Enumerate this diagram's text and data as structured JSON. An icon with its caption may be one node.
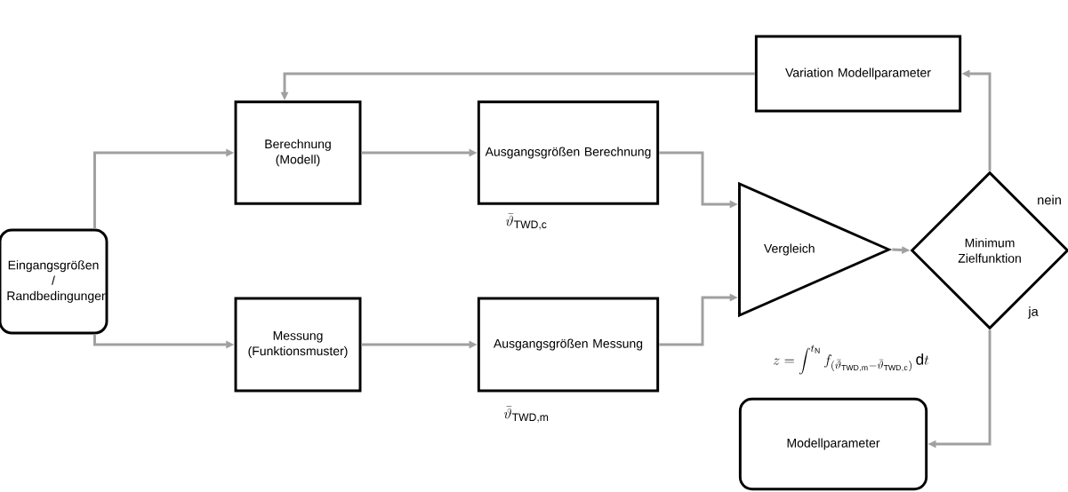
{
  "diagram": {
    "nodes": [
      {
        "text": [
          "Eingangsgrößen / Randbedingungen"
        ]
      },
      {
        "text": [
          "Berechnung (Modell)"
        ]
      },
      {
        "text": [
          "Ausgangsgrößen Berechnung"
        ],
        "beside": [
          "\\bar{\\vartheta}_{\\mathrm{TWD,c}}"
        ]
      },
      {
        "text": [
          "Messung (Funktionsmuster)"
        ]
      },
      {
        "text": [
          "Ausgangsgrößen Messung"
        ],
        "beside": [
          "\\bar{\\vartheta}_{\\mathrm{TWD,m}}"
        ]
      },
      {
        "text": [
          "Vergleich"
        ]
      },
      {
        "text": [
          "Variation Modellparameter"
        ]
      },
      {
        "text": [
          "Minimum Zielfunktion"
        ]
      },
      {
        "text": [
          "Modellparameter"
        ]
      }
    ],
    "edges": [
      {
        "from": 0,
        "to": 1,
        "arrow": "to"
      },
      {
        "from": 0,
        "to": 3,
        "arrow": "to"
      },
      {
        "from": 1,
        "to": 2,
        "arrow": "to"
      },
      {
        "from": 3,
        "to": 4,
        "arrow": "to"
      },
      {
        "from": 2,
        "to": 5,
        "arrow": "to"
      },
      {
        "from": 4,
        "to": 5,
        "arrow": "to"
      },
      {
        "from": 5,
        "to": 7,
        "arrow": "to"
      },
      {
        "from": 7,
        "to": 6,
        "arrow": "to",
        "label": "nein"
      },
      {
        "from": 7,
        "to": 8,
        "arrow": "to",
        "label": "ja"
      },
      {
        "from": 6,
        "to": 1,
        "arrow": "to"
      }
    ],
    "labels": [
      "z = \\int^{t_{\\mathrm{N}}} f_{(\\bar{\\vartheta}_{\\mathrm{TWD,m}} - \\bar{\\vartheta}_{\\mathrm{TWD,c}})}\\,\\mathrm{d}t"
    ]
  }
}
